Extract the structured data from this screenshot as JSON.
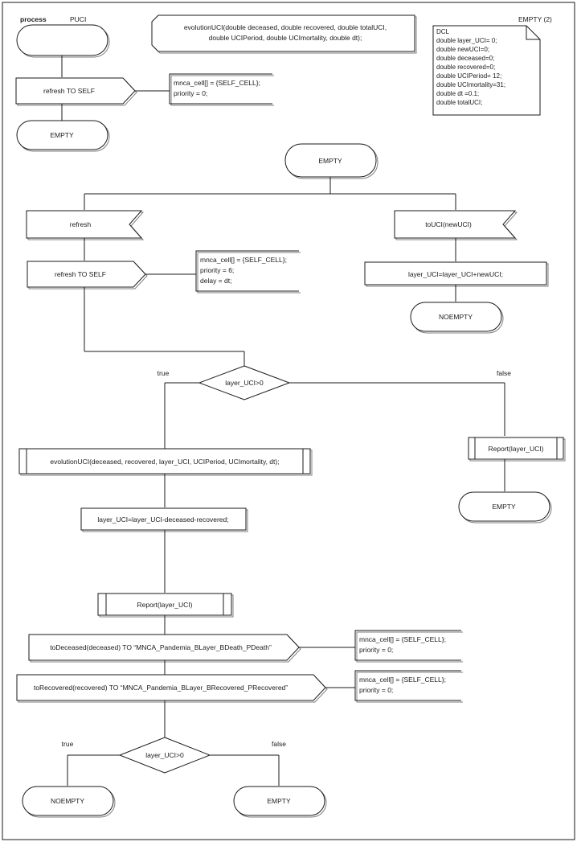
{
  "diagram": {
    "type": "sdl-process-flowchart",
    "page_label": "EMPTY (2)",
    "process_keyword": "process",
    "process_name": "PUCI",
    "procedure_signature": {
      "line1": "evolutionUCI(double deceased, double recovered, double totalUCI,",
      "line2": "double UCIPeriod, double UCImortality, double dt);"
    },
    "dcl": {
      "title": "DCL",
      "declarations": [
        "double layer_UCI= 0;",
        "double newUCI=0;",
        "double deceased=0;",
        "double recovered=0;",
        "double UCIPeriod= 12;",
        "double UCImortality=31;",
        "double dt =0.1;",
        "double totalUCI;"
      ]
    },
    "start_branch": {
      "output_label": "refresh TO SELF",
      "note_lines": [
        "mnca_cell[] = {SELF_CELL};",
        "priority = 0;"
      ],
      "nextstate": "EMPTY"
    },
    "state_empty": "EMPTY",
    "left_branch": {
      "input_label": "refresh",
      "output_label": "refresh TO SELF",
      "note_lines": [
        "mnca_cell[] = {SELF_CELL};",
        "priority = 6;",
        "delay = dt;"
      ]
    },
    "right_branch": {
      "input_label": "toUCI(newUCI)",
      "task_label": "layer_UCI=layer_UCI+newUCI;",
      "nextstate": "NOEMPTY"
    },
    "decision_top": {
      "condition": "layer_UCI>0",
      "true_label": "true",
      "false_label": "false"
    },
    "true_path": {
      "procedure_call": "evolutionUCI(deceased, recovered, layer_UCI, UCIPeriod, UCImortality, dt);",
      "task_label": "layer_UCI=layer_UCI-deceased-recovered;",
      "report_call": "Report(layer_UCI)",
      "output_deceased": "toDeceased(deceased) TO “MNCA_Pandemia_BLayer_BDeath_PDeath”",
      "note_deceased": [
        "mnca_cell[] = {SELF_CELL};",
        "priority = 0;"
      ],
      "output_recovered": "toRecovered(recovered) TO “MNCA_Pandemia_BLayer_BRecovered_PRecovered”",
      "note_recovered": [
        "mnca_cell[] = {SELF_CELL};",
        "priority = 0;"
      ]
    },
    "false_path": {
      "report_call": "Report(layer_UCI)",
      "nextstate": "EMPTY"
    },
    "decision_bottom": {
      "condition": "layer_UCI>0",
      "true_label": "true",
      "false_label": "false",
      "true_state": "NOEMPTY",
      "false_state": "EMPTY"
    },
    "colors": {
      "line": "#1a1a1a",
      "shadow": "#808080",
      "background": "#ffffff",
      "text": "#1a1a1a"
    }
  }
}
